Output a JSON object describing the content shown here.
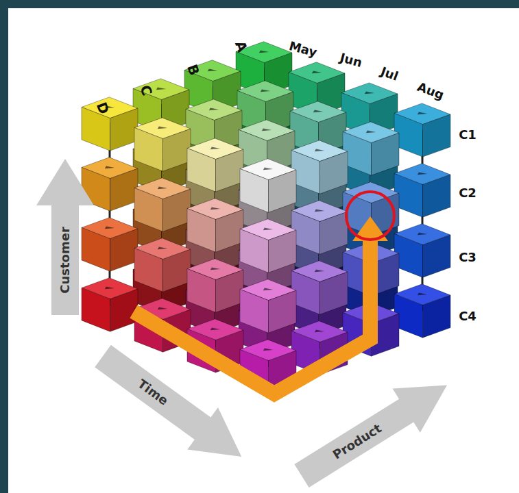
{
  "diagram": {
    "labels": [
      "D",
      "C",
      "B",
      "A",
      "May",
      "Jun",
      "Jul",
      "Aug",
      "C1",
      "C2",
      "C3",
      "C4",
      "Customer",
      "Time",
      "Product"
    ]
  }
}
